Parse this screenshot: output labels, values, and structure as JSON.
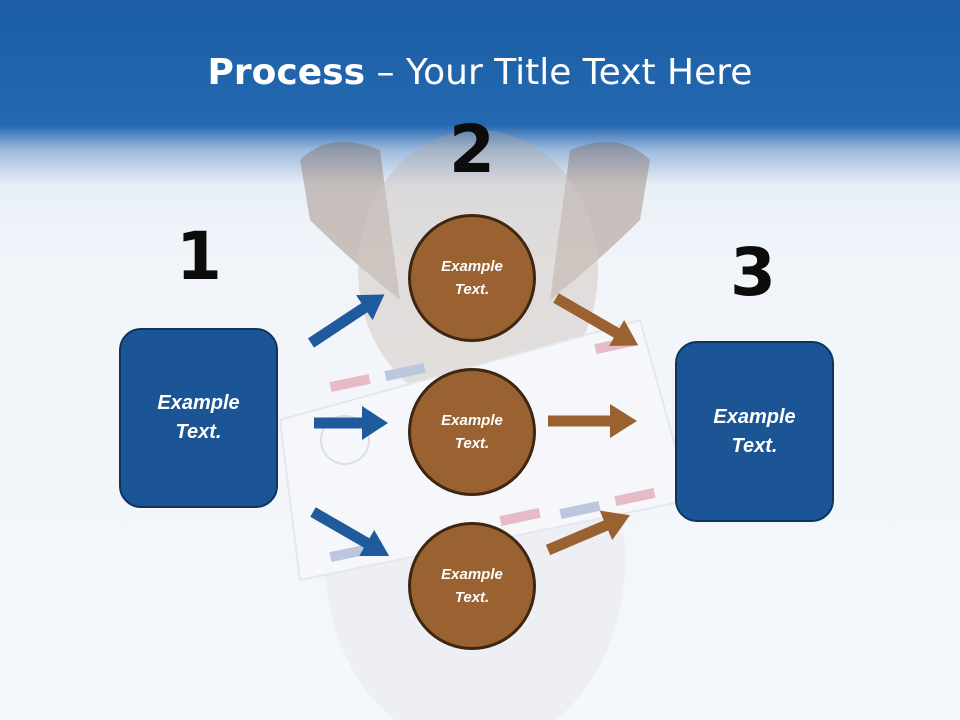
{
  "title": {
    "bold": "Process",
    "rest": " – Your Title Text Here"
  },
  "steps": [
    {
      "number": "1",
      "label": "Example\nText."
    },
    {
      "number": "2",
      "label": "Example\nText."
    },
    {
      "number": "3",
      "label": "Example\nText."
    }
  ],
  "middle": [
    {
      "label": "Example\nText."
    },
    {
      "label": "Example\nText."
    },
    {
      "label": "Example\nText."
    }
  ],
  "colors": {
    "blue_box": "#1b5596",
    "brown_circle": "#9a6231",
    "blue_arrow": "#1f5b9c",
    "brown_arrow": "#9a6231"
  }
}
